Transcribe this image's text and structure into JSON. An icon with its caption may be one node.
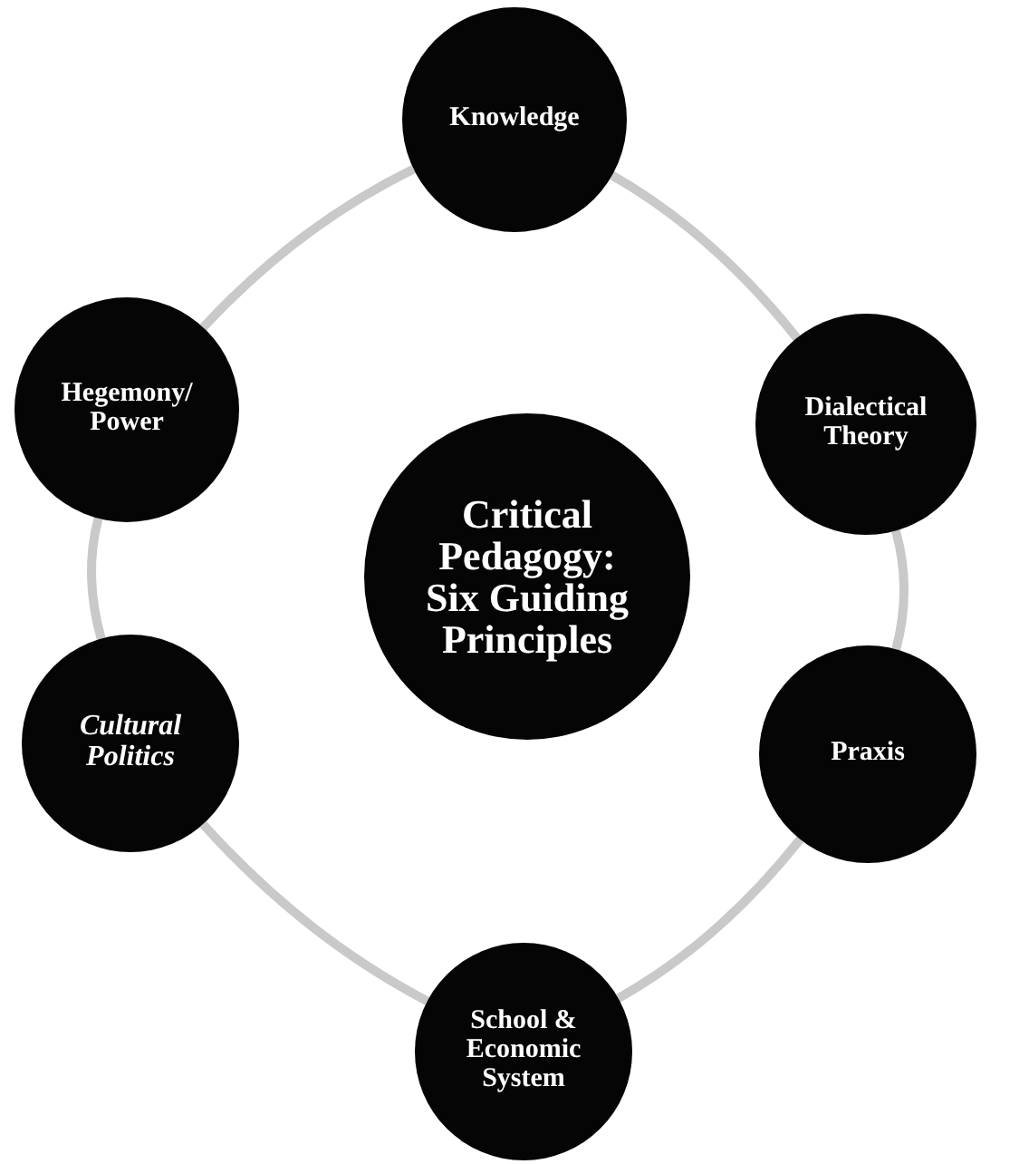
{
  "diagram": {
    "nodes": [
      {
        "text": [
          "Knowledge"
        ]
      },
      {
        "text": [
          "Hegemony/ Power"
        ]
      },
      {
        "text": [
          "Dialectical Theory"
        ]
      },
      {
        "text": [
          "Critical Pedagogy: Six Guiding Principles"
        ]
      },
      {
        "text": [
          "Cultural Politics"
        ]
      },
      {
        "text": [
          "Praxis"
        ]
      },
      {
        "text": [
          "School & Economic System"
        ]
      }
    ],
    "edges": [
      {
        "from": 0,
        "to": 2,
        "arrow": "none"
      },
      {
        "from": 2,
        "to": 5,
        "arrow": "none"
      },
      {
        "from": 5,
        "to": 6,
        "arrow": "none"
      },
      {
        "from": 6,
        "to": 4,
        "arrow": "none"
      },
      {
        "from": 4,
        "to": 1,
        "arrow": "none"
      },
      {
        "from": 1,
        "to": 0,
        "arrow": "none"
      }
    ]
  }
}
